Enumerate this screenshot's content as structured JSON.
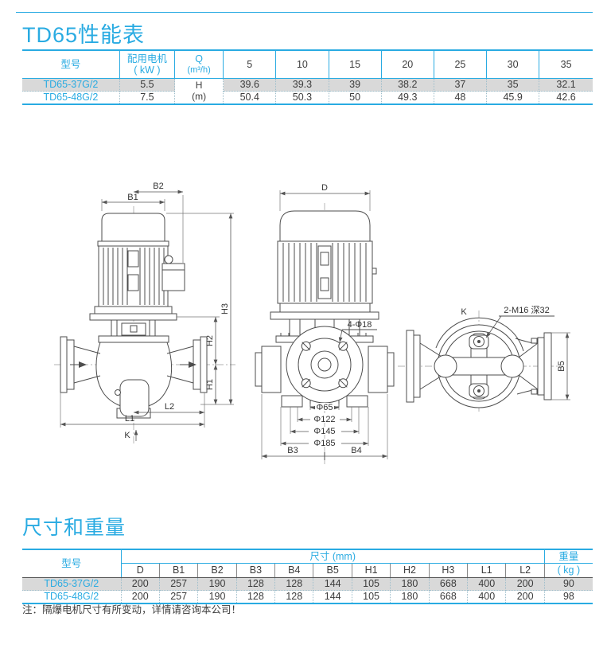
{
  "page": {
    "title_performance": "TD65性能表",
    "title_dimensions": "尺寸和重量",
    "note": "注：隔爆电机尺寸有所变动，详情请咨询本公司！"
  },
  "performance_table": {
    "headers": {
      "model": "型号",
      "motor_line1": "配用电机",
      "motor_line2": "( kW )",
      "q_line1": "Q",
      "q_line2": "(m³/h)"
    },
    "flow_columns": [
      "5",
      "10",
      "15",
      "20",
      "25",
      "30",
      "35"
    ],
    "head_symbol": "H",
    "head_unit": "(m)",
    "rows": [
      {
        "model": "TD65-37G/2",
        "motor_kw": "5.5",
        "heads": [
          "39.6",
          "39.3",
          "39",
          "38.2",
          "37",
          "35",
          "32.1"
        ]
      },
      {
        "model": "TD65-48G/2",
        "motor_kw": "7.5",
        "heads": [
          "50.4",
          "50.3",
          "50",
          "49.3",
          "48",
          "45.9",
          "42.6"
        ]
      }
    ]
  },
  "dimension_table": {
    "headers": {
      "model": "型号",
      "dims_group": "尺寸 (mm)",
      "weight_line1": "重量",
      "weight_line2": "( kg )"
    },
    "dim_columns": [
      "D",
      "B1",
      "B2",
      "B3",
      "B4",
      "B5",
      "H1",
      "H2",
      "H3",
      "L1",
      "L2"
    ],
    "rows": [
      {
        "model": "TD65-37G/2",
        "dims": [
          "200",
          "257",
          "190",
          "128",
          "128",
          "144",
          "105",
          "180",
          "668",
          "400",
          "200"
        ],
        "weight": "90"
      },
      {
        "model": "TD65-48G/2",
        "dims": [
          "200",
          "257",
          "190",
          "128",
          "128",
          "144",
          "105",
          "180",
          "668",
          "400",
          "200"
        ],
        "weight": "98"
      }
    ]
  },
  "drawings": {
    "front": {
      "b1": "B1",
      "b2": "B2",
      "h1": "H1",
      "h2": "H2",
      "h3": "H3",
      "l1": "L1",
      "l2": "L2",
      "k": "K"
    },
    "side": {
      "d": "D",
      "bolt_callout": "4-Φ18",
      "phi65": "Φ65",
      "phi122": "Φ122",
      "phi145": "Φ145",
      "phi185": "Φ185",
      "b3": "B3",
      "b4": "B4"
    },
    "top": {
      "k": "K",
      "thread_callout": "2-M16 深32",
      "b5": "B5"
    }
  },
  "colors": {
    "accent": "#29ABE2",
    "row_gray": "#D9D9D9",
    "text_dark": "#3C3C3C",
    "line": "#4D4D4D"
  }
}
